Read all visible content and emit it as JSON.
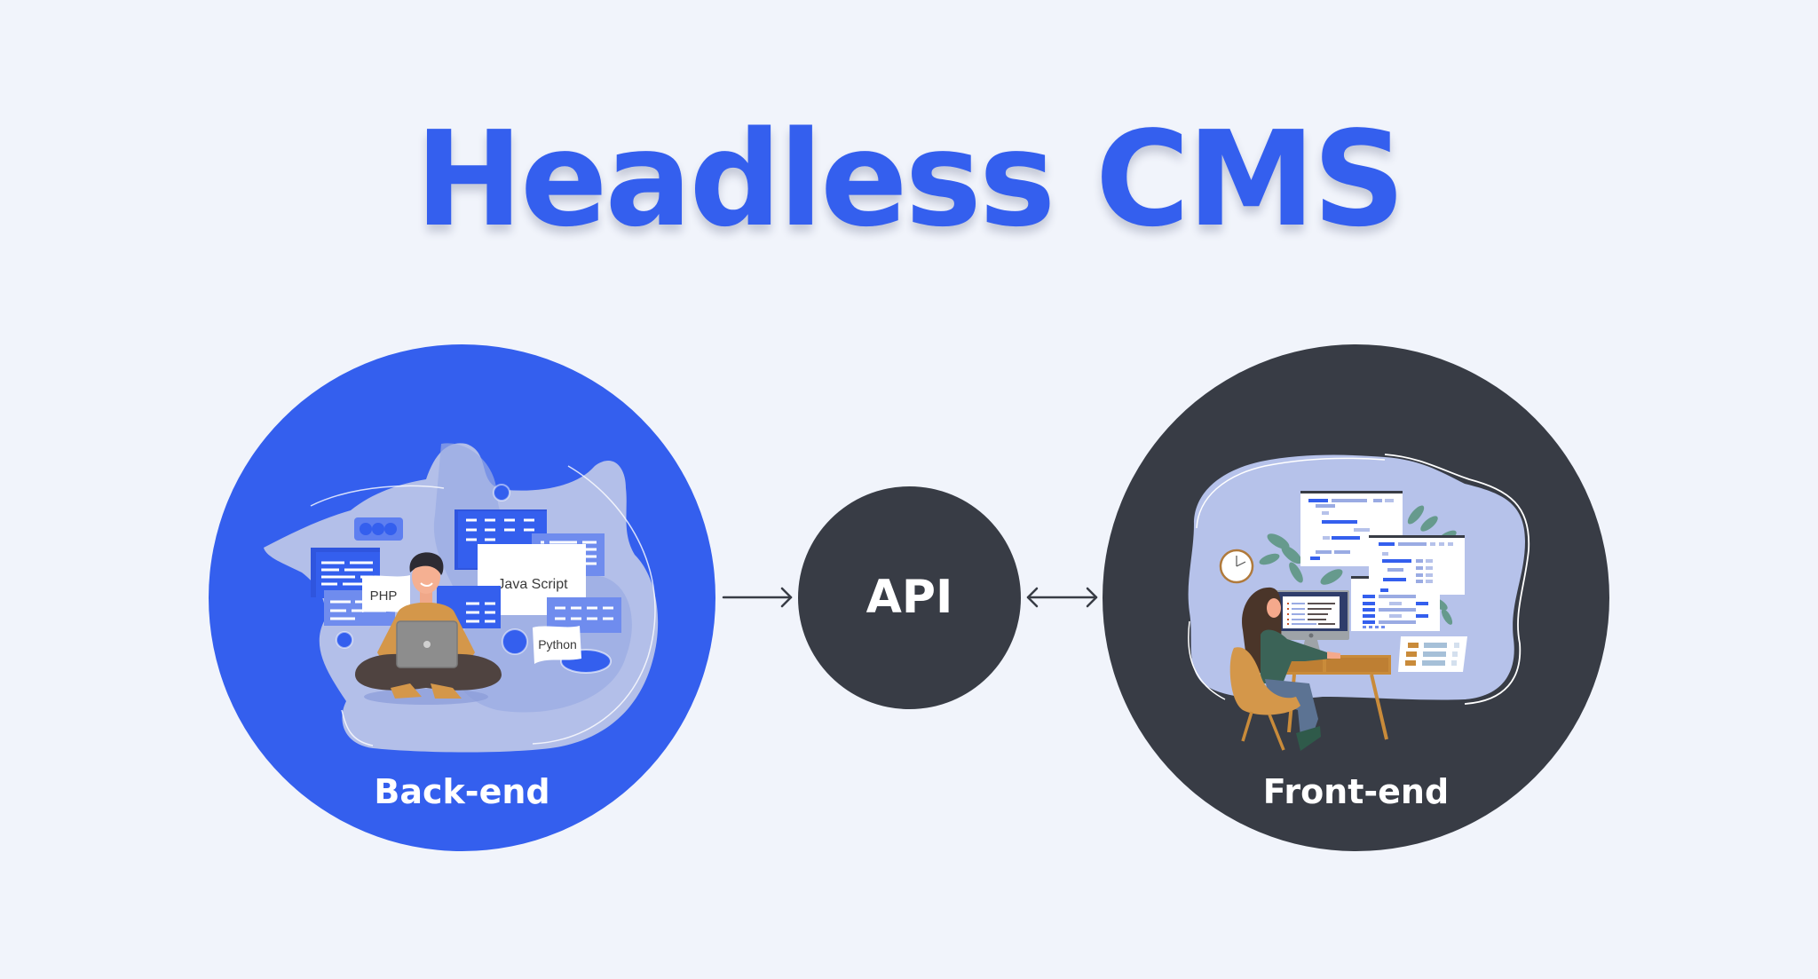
{
  "title": "Headless CMS",
  "colors": {
    "background": "#F1F4FB",
    "accent_blue": "#345FEE",
    "dark": "#383C45",
    "blob_light": "#B6C2EA",
    "white": "#FFFFFF"
  },
  "nodes": {
    "backend": {
      "label": "Back-end",
      "color": "#345FEE"
    },
    "api": {
      "label": "API",
      "color": "#383C45"
    },
    "frontend": {
      "label": "Front-end",
      "color": "#383C45"
    }
  },
  "connections": [
    {
      "from": "Back-end",
      "to": "API",
      "direction": "one-way"
    },
    {
      "from": "API",
      "to": "Front-end",
      "direction": "two-way"
    }
  ],
  "backend_illustration": {
    "tags": [
      "PHP",
      "Java Script",
      "Python"
    ],
    "icons": [
      "developer-with-laptop",
      "code-window",
      "dots-window",
      "circle-node"
    ]
  },
  "frontend_illustration": {
    "icons": [
      "developer-at-desk",
      "monitor",
      "code-window",
      "wall-clock",
      "plant",
      "chair"
    ]
  }
}
